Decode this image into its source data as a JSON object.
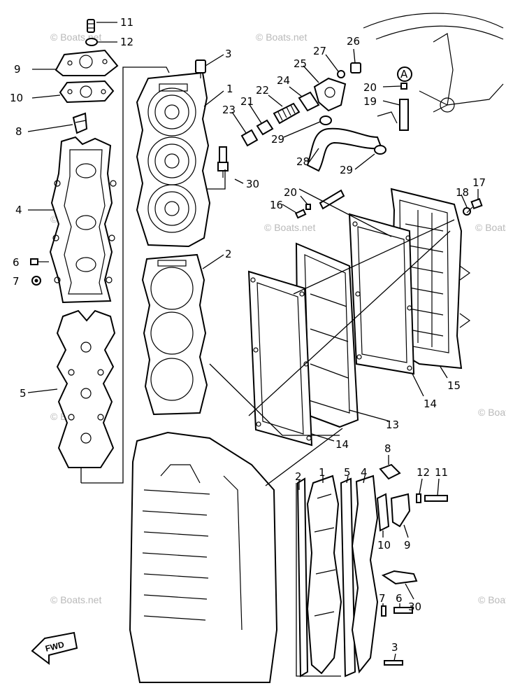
{
  "watermark": "© Boats.net",
  "fwd_label": "FWD",
  "circle_ref": "A",
  "callouts": {
    "c1": "1",
    "c2": "2",
    "c3": "3",
    "c4": "4",
    "c5": "5",
    "c6": "6",
    "c7": "7",
    "c8": "8",
    "c9": "9",
    "c10": "10",
    "c11": "11",
    "c12": "12",
    "c13": "13",
    "c14a": "14",
    "c14b": "14",
    "c15": "15",
    "c16": "16",
    "c17": "17",
    "c18": "18",
    "c19": "19",
    "c20a": "20",
    "c20b": "20",
    "c21": "21",
    "c22": "22",
    "c23": "23",
    "c24": "24",
    "c25": "25",
    "c26": "26",
    "c27": "27",
    "c28": "28",
    "c29a": "29",
    "c29b": "29",
    "c30a": "30",
    "s2": "2",
    "s1": "1",
    "s5": "5",
    "s4": "4",
    "s8": "8",
    "s12": "12",
    "s11": "11",
    "s10": "10",
    "s9": "9",
    "s30": "30",
    "s7": "7",
    "s6": "6",
    "s3": "3"
  }
}
